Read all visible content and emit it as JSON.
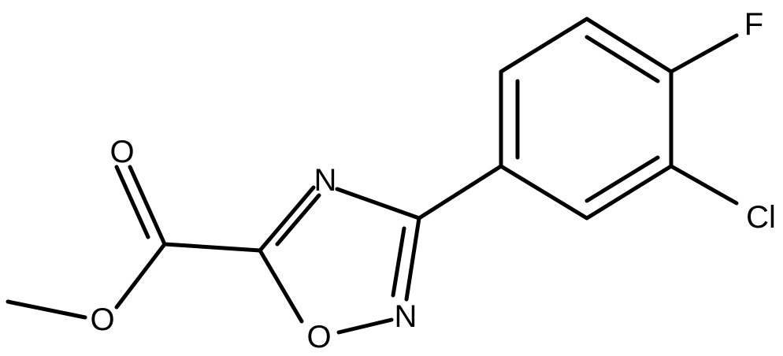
{
  "molecule": {
    "atoms": {
      "fluorine": "F",
      "chlorine": "Cl",
      "carbonyl_oxygen": "O",
      "ester_oxygen": "O",
      "ring_oxygen": "O",
      "ring_nitrogen_top": "N",
      "ring_nitrogen_bottom": "N"
    }
  }
}
